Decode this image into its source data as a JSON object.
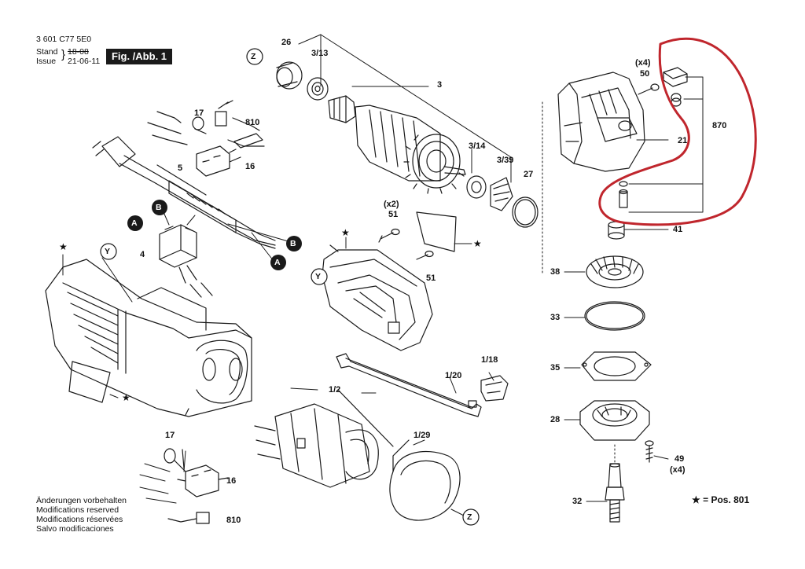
{
  "header": {
    "part_number": "3 601 C77 5E0",
    "stand_label": "Stand",
    "issue_label": "Issue",
    "stand_date": "18-08",
    "issue_date": "21-06-11",
    "figure_label": "Fig. /Abb. 1"
  },
  "modifications": [
    "Änderungen vorbehalten",
    "Modifications reserved",
    "Modifications réservées",
    "Salvo modificaciones"
  ],
  "legend": {
    "star_text": "= Pos. 801"
  },
  "callouts": {
    "p26": "26",
    "p3_13": "3/13",
    "p3": "3",
    "p3_14": "3/14",
    "p3_39": "3/39",
    "p27": "27",
    "p17a": "17",
    "p810a": "810",
    "p16a": "16",
    "p5": "5",
    "p4": "4",
    "p51a": "51",
    "p51a_qty": "(x2)",
    "p51b": "51",
    "p1_18": "1/18",
    "p1_20": "1/20",
    "p1_2": "1/2",
    "p1_29": "1/29",
    "p17b": "17",
    "p16b": "16",
    "p810b": "810",
    "p50": "50",
    "p50_qty": "(x4)",
    "p21": "21",
    "p870": "870",
    "p41": "41",
    "p38": "38",
    "p33": "33",
    "p35": "35",
    "p28": "28",
    "p49": "49",
    "p49_qty": "(x4)",
    "p32": "32"
  },
  "markers": {
    "a": "A",
    "b": "B",
    "y": "Y",
    "z": "Z"
  },
  "colors": {
    "ink": "#1a1a1a",
    "highlight": "#c0262d"
  }
}
